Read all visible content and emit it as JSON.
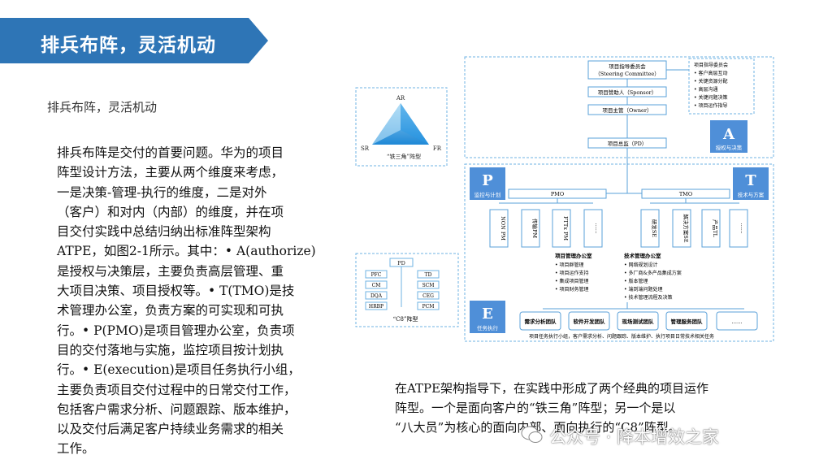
{
  "banner": {
    "title": "排兵布阵，灵活机动",
    "color": "#2e75b6"
  },
  "subtitle": "排兵布阵，灵活机动",
  "body_lines": [
    "排兵布阵是交付的首要问题。华为的项目",
    "阵型设计方法，主要从两个维度来考虑，",
    "一是决策-管理-执行的维度，二是对外",
    "（客户）和对内（内部）的维度，并在项",
    "目交付实践中总结归纳出标准阵型架构",
    "ATPE，如图2-1所示。其中：• A(authorize)",
    "是授权与决策层，主要负责高层管理、重",
    "大项目决策、项目授权等。• T(TMO)是技",
    "术管理办公室，负责方案的可实现和可执",
    "行。• P(PMO)是项目管理办公室，负责项",
    "目的交付落地与实施，监控项目按计划执",
    "行。• E(execution)是项目任务执行小组，",
    "主要负责项目交付过程中的日常交付工作，",
    "包括客户需求分析、问题跟踪、版本维护，",
    "以及交付后满足客户持续业务需求的相关",
    "工作。"
  ],
  "caption_lines": [
    "在ATPE架构指导下，在实践中形成了两个经典的项目运作",
    "阵型。一个是面向客户的“铁三角”阵型；另一个是以",
    "“八大员”为核心的面向内部、面向执行的“C8”阵型。"
  ],
  "watermark": "公众号 · 降本增效之家",
  "diagram": {
    "iron_triangle": {
      "top": "AR",
      "left": "SR",
      "right": "FR",
      "label": "“铁三角”阵型"
    },
    "c8": {
      "top": "PD",
      "left": [
        "PFC",
        "CM",
        "DQA",
        "HRBP"
      ],
      "right": [
        "TD",
        "SCM",
        "CEG",
        "PCM"
      ],
      "label": "“C8”阵型"
    },
    "a_layer": {
      "steering": [
        "项目指导委员会",
        "（Steering Committee）"
      ],
      "sponsor": "项目赞助人（Sponsor）",
      "owner": "项目主管（Owner）",
      "pd": "项目总监（PD）",
      "notes": [
        "项目指导委员会",
        "• 客户高层互动",
        "• 关键资源分配",
        "• 高层沟通",
        "• 关键问题决策",
        "• 项目运作指导"
      ],
      "letter": "A",
      "letter_label": "授权与决策"
    },
    "p_layer": {
      "letter": "P",
      "letter_label": "监控与计划",
      "pmo": "PMO",
      "boxes": [
        "NON PM",
        "传输PM",
        "FTTx PM",
        "……"
      ],
      "notes": [
        "项目管理办公室",
        "• 项目群管理",
        "• 项目运作支持",
        "• 集成项目管理",
        "• 项目财务管理"
      ]
    },
    "t_layer": {
      "letter": "T",
      "letter_label": "技术与方案",
      "tmo": "TMO",
      "boxes": [
        "研发SE",
        "解决方案SE",
        "产品TL",
        "……"
      ],
      "notes": [
        "技术管理办公室",
        "• 网络规划设计",
        "• 多厂商&多产品集成方案",
        "• 版本管理",
        "• 端到端问题处理",
        "• 技术管理流程及决策"
      ]
    },
    "e_layer": {
      "letter": "E",
      "letter_label": "任务执行",
      "teams": [
        "需求分析团队",
        "软件开发团队",
        "现场测试团队",
        "管理服务团队",
        "……"
      ],
      "footer": "项目任务执行小组，客户需求分析、问题跟踪、版本维护、执行项目日常技术相关任务"
    }
  }
}
